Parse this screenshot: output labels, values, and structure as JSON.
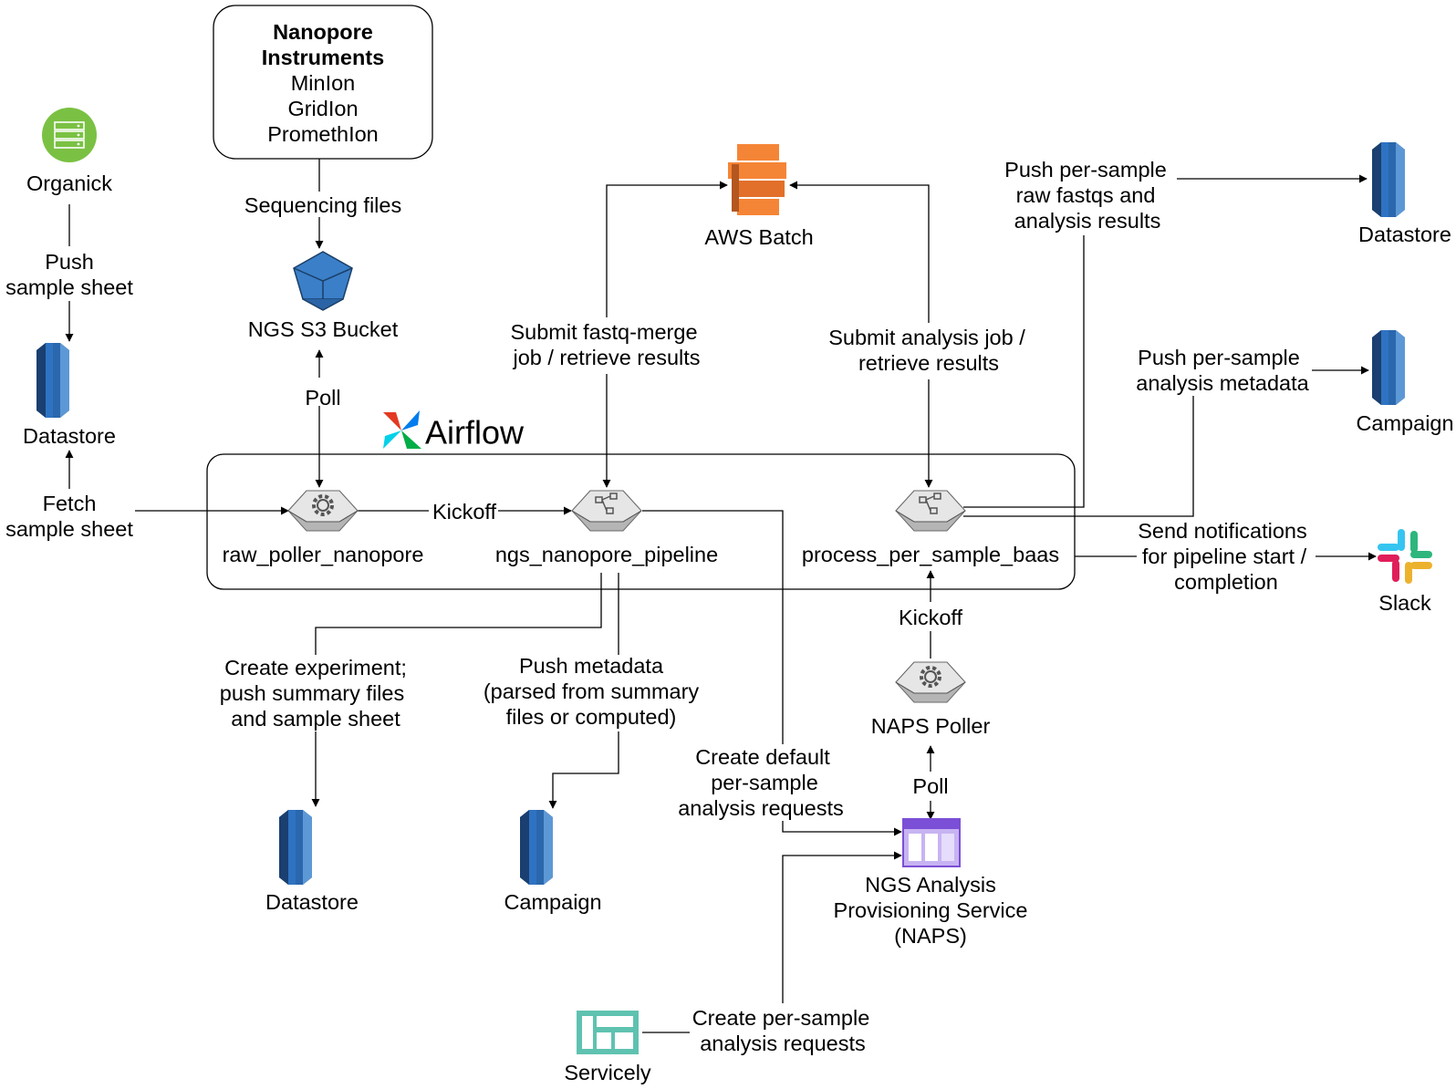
{
  "instruments": {
    "title_line1": "Nanopore",
    "title_line2": "Instruments",
    "line3": "MinIon",
    "line4": "GridIon",
    "line5": "PromethIon"
  },
  "airflow": {
    "label": "Airflow"
  },
  "nodes": {
    "organick": "Organick",
    "datastore_left": "Datastore",
    "ngs_s3_bucket": "NGS S3 Bucket",
    "aws_batch": "AWS Batch",
    "datastore_right": "Datastore",
    "campaign_right": "Campaign",
    "slack": "Slack",
    "raw_poller_nanopore": "raw_poller_nanopore",
    "ngs_nanopore_pipeline": "ngs_nanopore_pipeline",
    "process_per_sample_baas": "process_per_sample_baas",
    "naps_poller": "NAPS Poller",
    "naps_line1": "NGS Analysis",
    "naps_line2": "Provisioning Service",
    "naps_line3": "(NAPS)",
    "datastore_bottom": "Datastore",
    "campaign_bottom": "Campaign",
    "servicely": "Servicely"
  },
  "edges": {
    "push_sample_sheet_1": "Push",
    "push_sample_sheet_2": "sample sheet",
    "fetch_sample_sheet_1": "Fetch",
    "fetch_sample_sheet_2": "sample sheet",
    "sequencing_files": "Sequencing files",
    "poll_s3": "Poll",
    "kickoff_pipeline": "Kickoff",
    "submit_fastq_1": "Submit fastq-merge",
    "submit_fastq_2": "job / retrieve results",
    "submit_analysis_1": "Submit analysis job /",
    "submit_analysis_2": "retrieve results",
    "push_fastqs_1": "Push per-sample",
    "push_fastqs_2": "raw fastqs and",
    "push_fastqs_3": "analysis results",
    "push_metadata_right_1": "Push per-sample",
    "push_metadata_right_2": "analysis metadata",
    "notify_1": "Send notifications",
    "notify_2": "for pipeline start /",
    "notify_3": "completion",
    "kickoff_baas": "Kickoff",
    "poll_naps": "Poll",
    "create_experiment_1": "Create experiment;",
    "create_experiment_2": "push summary files",
    "create_experiment_3": "and sample sheet",
    "push_metadata_1": "Push metadata",
    "push_metadata_2": "(parsed from summary",
    "push_metadata_3": "files or computed)",
    "create_default_1": "Create default",
    "create_default_2": "per-sample",
    "create_default_3": "analysis requests",
    "create_requests_1": "Create per-sample",
    "create_requests_2": "analysis requests"
  },
  "colors": {
    "db_dark": "#1f4e8a",
    "db_mid": "#2e73c2",
    "db_light": "#5d98d6",
    "bucket": "#3b7fc9",
    "aws_orange": "#f58536",
    "organick_green": "#7ac143",
    "naps_purple": "#7b4fd6",
    "servicely_teal": "#5fc2b0",
    "airflow_red": "#e43921",
    "airflow_blue": "#017cee",
    "airflow_green": "#00ad46",
    "airflow_teal": "#04d1e8"
  }
}
